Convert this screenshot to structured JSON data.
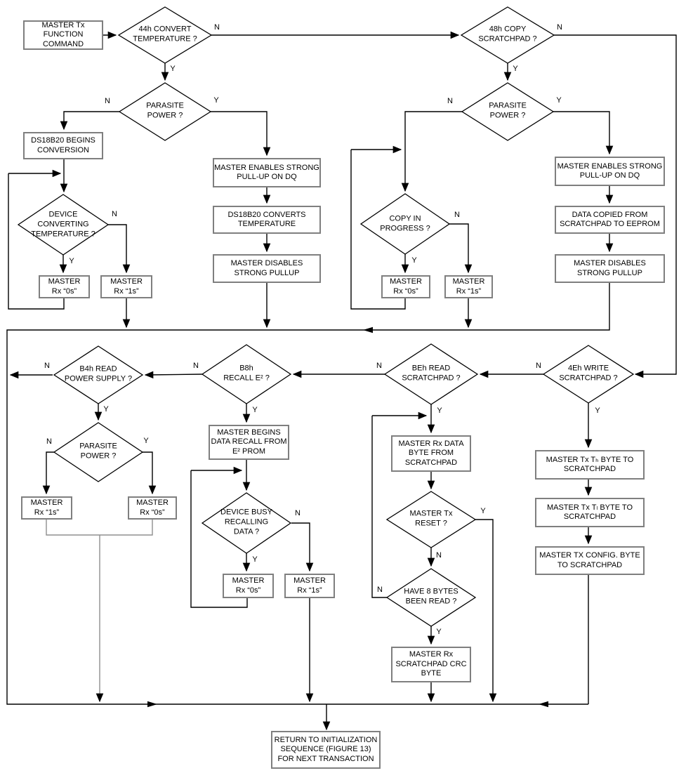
{
  "labels": {
    "yes": "Y",
    "no": "N"
  },
  "boxes": {
    "function_command": "MASTER Tx\nFUNCTION COMMAND",
    "begins_conversion": "DS18B20 BEGINS\nCONVERSION",
    "rx0_convert": "MASTER\nRx “0s”",
    "rx1_convert": "MASTER\nRx “1s”",
    "enables_pullup_convert": "MASTER ENABLES STRONG\nPULL-UP ON DQ",
    "converts_temperature": "DS18B20 CONVERTS\nTEMPERATURE",
    "disables_pullup_convert": "MASTER DISABLES\nSTRONG PULLUP",
    "rx0_copy": "MASTER\nRx “0s”",
    "rx1_copy": "MASTER\nRx “1s”",
    "enables_pullup_copy": "MASTER ENABLES STRONG\nPULL-UP ON DQ",
    "data_copied": "DATA COPIED FROM\nSCRATCHPAD TO EEPROM",
    "disables_pullup_copy": "MASTER DISABLES\nSTRONG PULLUP",
    "rx1_power": "MASTER\nRx “1s”",
    "rx0_power": "MASTER\nRx “0s”",
    "begins_recall": "MASTER BEGINS\nDATA RECALL FROM\nE² PROM",
    "rx0_recall": "MASTER\nRx “0s”",
    "rx1_recall": "MASTER\nRx “1s”",
    "rx_data_byte": "MASTER Rx DATA\nBYTE FROM\nSCRATCHPAD",
    "rx_crc": "MASTER Rx\nSCRATCHPAD CRC\nBYTE",
    "tx_th": "MASTER Tx Tₕ BYTE TO\nSCRATCHPAD",
    "tx_tl": "MASTER Tx Tₗ BYTE TO\nSCRATCHPAD",
    "tx_config": "MASTER TX CONFIG. BYTE\nTO SCRATCHPAD",
    "return_to_init": "RETURN TO INITIALIZATION\nSEQUENCE (FIGURE 13)\nFOR NEXT TRANSACTION"
  },
  "decisions": {
    "convert": "44h CONVERT\nTEMPERATURE ?",
    "copy": "48h COPY\nSCRATCHPAD ?",
    "parasite_convert": "PARASITE\nPOWER ?",
    "parasite_copy": "PARASITE\nPOWER ?",
    "device_converting": "DEVICE\nCONVERTING\nTEMPERATURE ?",
    "copy_in_progress": "COPY IN\nPROGRESS ?",
    "read_power_supply": "B4h READ\nPOWER SUPPLY ?",
    "recall_e2": "B8h\nRECALL E² ?",
    "read_scratchpad": "BEh READ\nSCRATCHPAD ?",
    "write_scratchpad": "4Eh WRITE\nSCRATCHPAD ?",
    "parasite_power_supply": "PARASITE\nPOWER ?",
    "master_tx_reset": "MASTER Tx\nRESET ?",
    "have_8_bytes": "HAVE 8 BYTES\nBEEN READ ?",
    "device_busy": "DEVICE BUSY\nRECALLING\nDATA ?"
  }
}
